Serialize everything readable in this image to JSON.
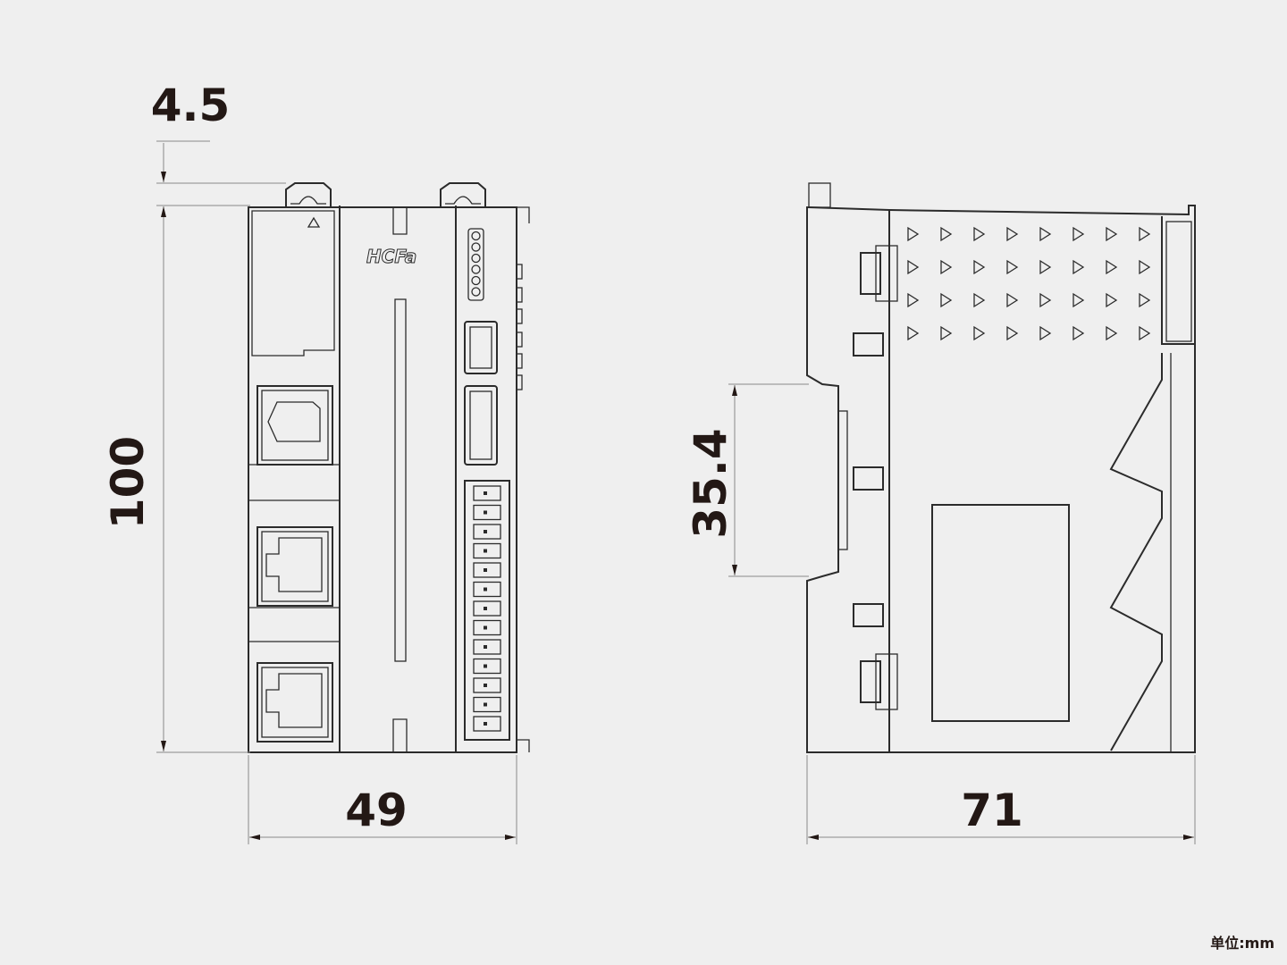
{
  "dimensions": {
    "top_offset": "4.5",
    "height": "100",
    "front_width": "49",
    "side_depth": "71",
    "din_rail": "35.4"
  },
  "logo_text": "HCFa",
  "unit_label": "单位:mm",
  "colors": {
    "background": "#efefef",
    "line": "#2b2b2b",
    "text": "#231815"
  }
}
